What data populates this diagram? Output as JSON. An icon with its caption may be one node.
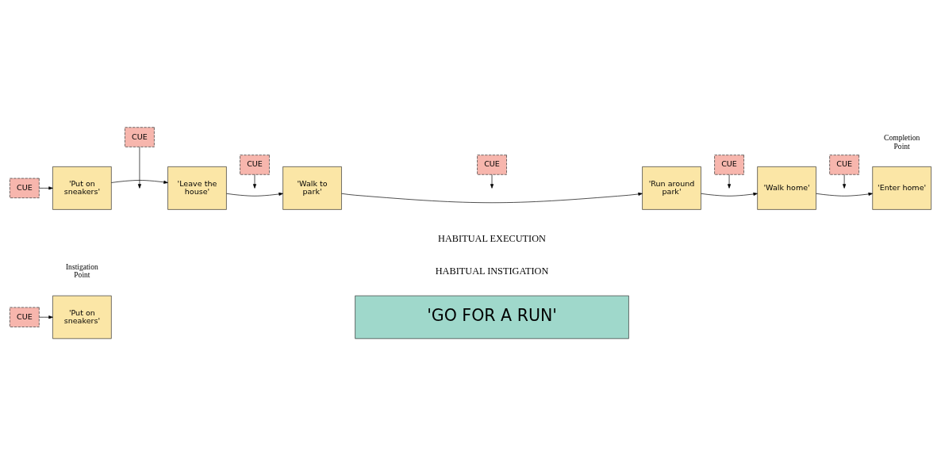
{
  "diagram": {
    "nodes": [
      {
        "text": [
          "CUE"
        ]
      },
      {
        "text": [
          "'Put on sneakers'"
        ]
      },
      {
        "text": [
          "'GO FOR A RUN'"
        ]
      },
      {
        "text": [
          "CUE"
        ]
      },
      {
        "text": [
          "'Put on sneakers'"
        ]
      },
      {
        "text": [
          "'Leave the house'"
        ]
      },
      {
        "text": [
          "'Walk to park'"
        ]
      },
      {
        "text": [
          "'Run around park'"
        ]
      },
      {
        "text": [
          "'Walk home'"
        ]
      },
      {
        "text": [
          "'Enter home'"
        ]
      },
      {
        "text": [
          "CUE"
        ]
      },
      {
        "text": [
          "CUE"
        ]
      },
      {
        "text": [
          "CUE"
        ]
      },
      {
        "text": [
          "CUE"
        ]
      },
      {
        "text": [
          "CUE"
        ]
      }
    ],
    "edges": [
      {
        "from": 0,
        "to": 1,
        "arrow": "to"
      },
      {
        "from": 3,
        "to": 4,
        "arrow": "to"
      },
      {
        "from": 4,
        "to": 5,
        "arrow": "to"
      },
      {
        "from": 5,
        "to": 6,
        "arrow": "to"
      },
      {
        "from": 6,
        "to": 7,
        "arrow": "to"
      },
      {
        "from": 7,
        "to": 8,
        "arrow": "to"
      },
      {
        "from": 8,
        "to": 9,
        "arrow": "to"
      },
      {
        "from": 10,
        "to": null,
        "arrow": "to"
      },
      {
        "from": 11,
        "to": null,
        "arrow": "to"
      },
      {
        "from": 12,
        "to": null,
        "arrow": "to"
      },
      {
        "from": 13,
        "to": null,
        "arrow": "to"
      },
      {
        "from": 14,
        "to": null,
        "arrow": "to"
      }
    ],
    "labels": [
      "Instigation Point",
      "Completion Point",
      "HABITUAL INSTIGATION",
      "HABITUAL EXECUTION"
    ]
  }
}
